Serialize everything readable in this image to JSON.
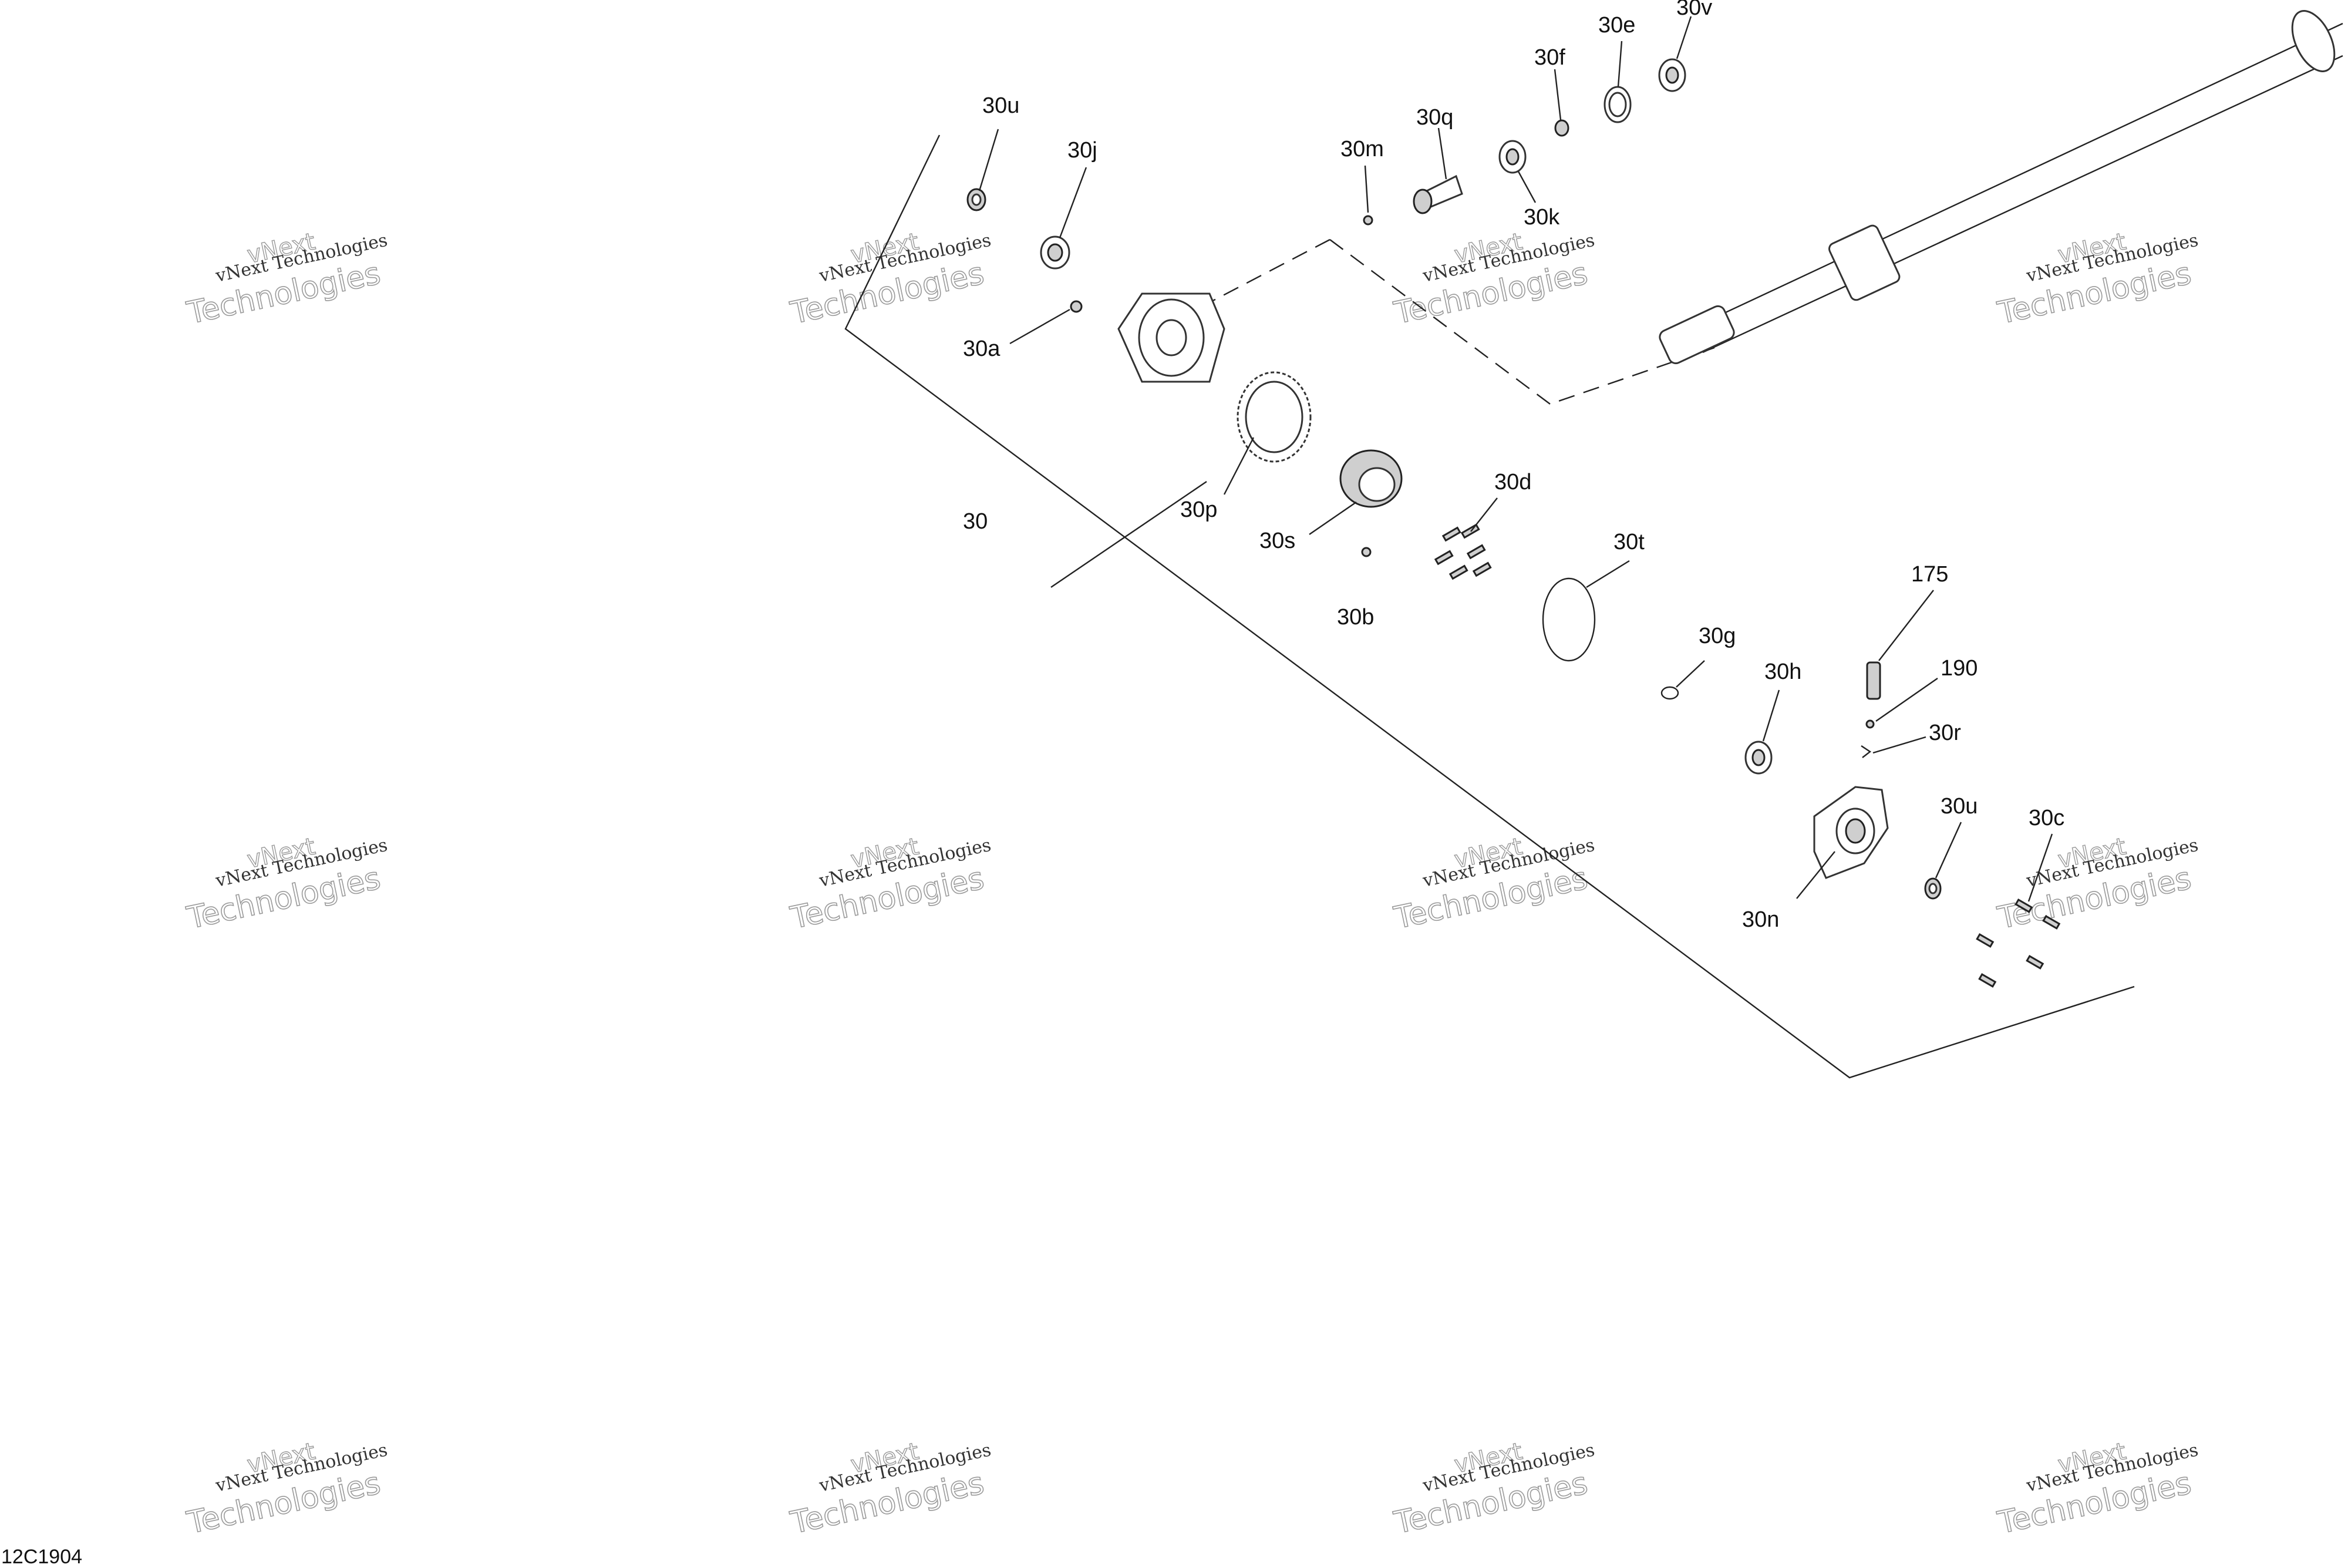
{
  "diagram": {
    "code": "12C1904",
    "watermark": {
      "line1": "vNext Technologies",
      "line2": "Technologies",
      "line3": "vNext"
    },
    "callouts": {
      "c30": "30",
      "c30a": "30a",
      "c30b": "30b",
      "c30c": "30c",
      "c30d": "30d",
      "c30e": "30e",
      "c30f": "30f",
      "c30g": "30g",
      "c30h": "30h",
      "c30j": "30j",
      "c30k": "30k",
      "c30m": "30m",
      "c30n": "30n",
      "c30p": "30p",
      "c30q": "30q",
      "c30r": "30r",
      "c30s": "30s",
      "c30t": "30t",
      "c30u_top": "30u",
      "c30u_bottom": "30u",
      "c30v": "30v",
      "c175": "175",
      "c190": "190"
    }
  }
}
